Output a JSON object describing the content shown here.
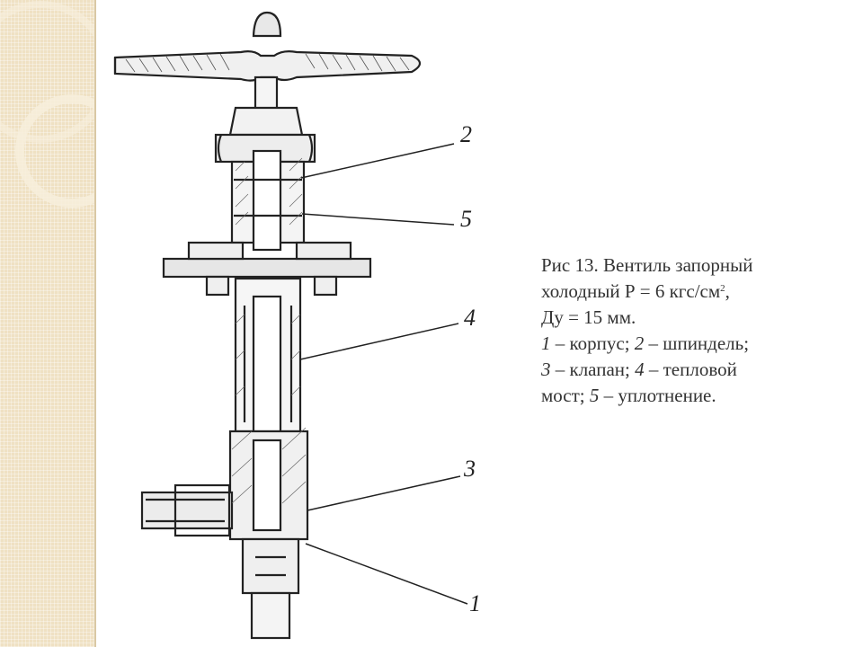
{
  "caption": {
    "line1": "Рис 13. Вентиль запорный",
    "line2_pre": "холодный Р = 6 кгс/см",
    "line2_sup": "2",
    "line2_post": ",",
    "line3": "Ду = 15 мм.",
    "items": [
      {
        "num": "1",
        "text": " – корпус; "
      },
      {
        "num": "2",
        "text": " – шпиндель;"
      },
      {
        "num": "3",
        "text": " – клапан; "
      },
      {
        "num": "4",
        "text": " – тепловой"
      },
      {
        "tail": "мост; "
      },
      {
        "num": "5",
        "text": " – уплотнение."
      }
    ]
  },
  "callouts": {
    "label_2": "2",
    "label_5": "5",
    "label_4": "4",
    "label_3": "3",
    "label_1": "1"
  },
  "colors": {
    "strip": "#efe1c3",
    "line": "#222222",
    "text": "#333333"
  }
}
